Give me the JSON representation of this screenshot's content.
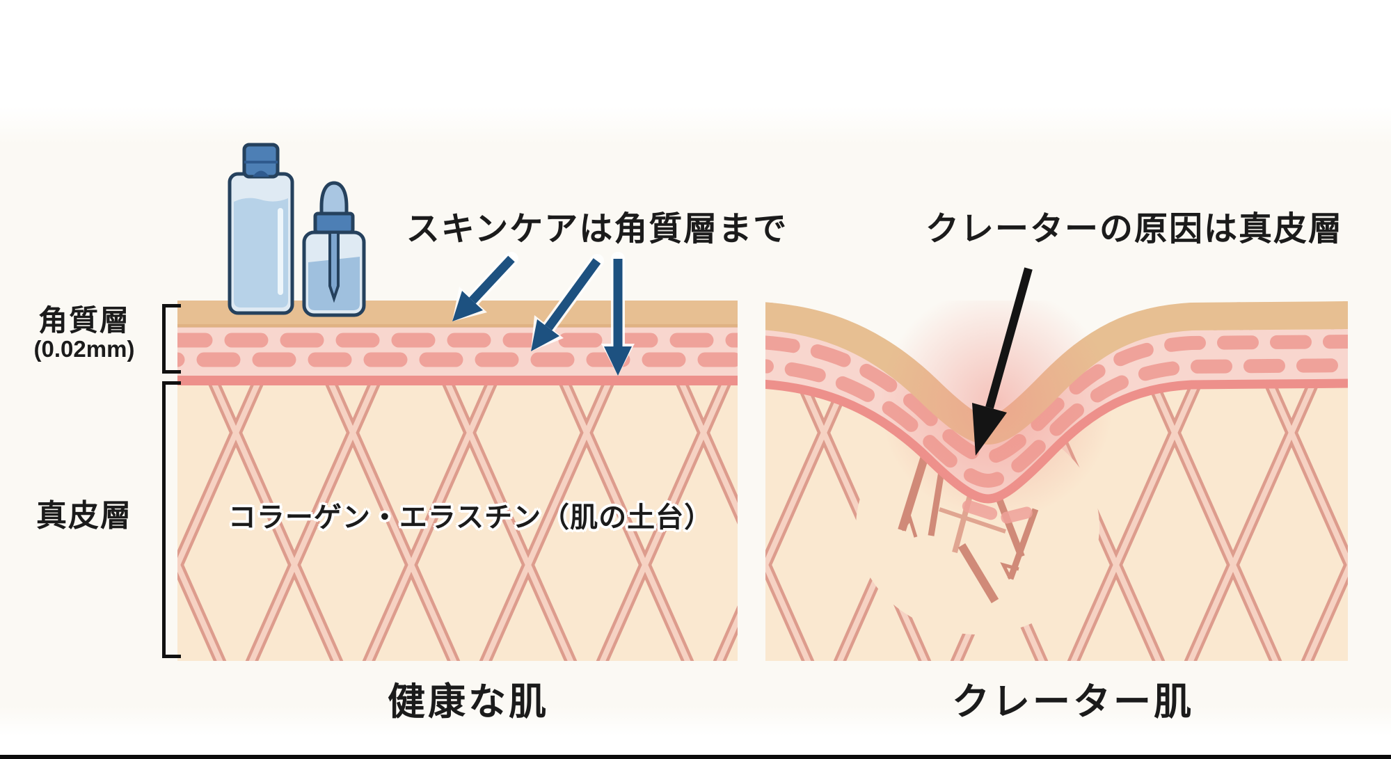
{
  "diagram": {
    "left_panel": {
      "annotation": "スキンケアは角質層まで",
      "caption": "健康な肌",
      "dermis_inline_label": "コラーゲン・エラスチン（肌の土台）"
    },
    "right_panel": {
      "annotation": "クレーターの原因は真皮層",
      "caption": "クレーター肌"
    },
    "layer_labels": {
      "stratum_corneum": "角質層",
      "stratum_corneum_thickness": "(0.02mm)",
      "dermis": "真皮層"
    },
    "icons": {
      "lotion_bottle": "lotion-bottle-icon",
      "dropper_bottle": "dropper-bottle-icon",
      "skincare_arrows": "blue-down-arrows-icon",
      "crater_arrow": "black-crater-arrow-icon"
    },
    "colors": {
      "surface_tan": "#e7bf92",
      "cell_band_pink": "#f8d6ce",
      "cell_pill_pink": "#efa29a",
      "basal_line_pink": "#ed908b",
      "dermis_cream": "#fae8d0",
      "fiber_dark": "#dd9c8d",
      "fiber_light": "#f6d2c3",
      "arrow_blue": "#1d5180",
      "arrow_black": "#141414",
      "text_black": "#1b1b1b",
      "bottle_blue": "#4d7fb5",
      "bottle_body_blue": "#dfeaf3"
    }
  }
}
